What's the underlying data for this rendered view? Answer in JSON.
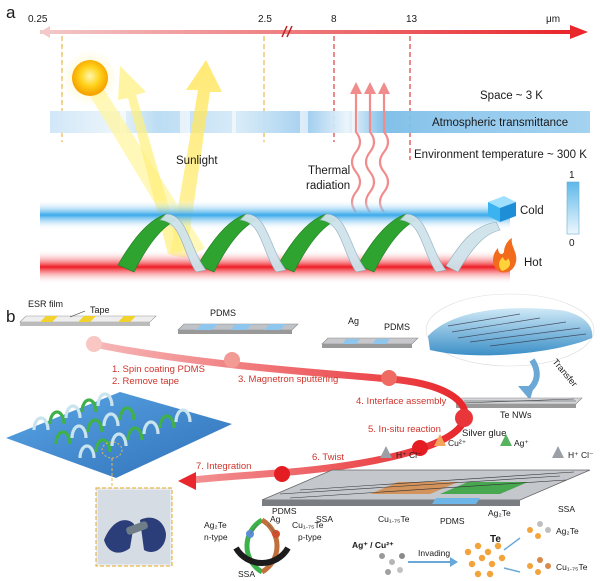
{
  "panel_a": {
    "label": "a",
    "axis": {
      "ticks": [
        "0.25",
        "2.5",
        "8",
        "13"
      ],
      "unit": "μm"
    },
    "space": "Space ~ 3 K",
    "atmospheric": "Atmospheric transmittance",
    "environment": "Environment temperature ~ 300 K",
    "sunlight": "Sunlight",
    "thermal_line1": "Thermal",
    "thermal_line2": "radiation",
    "cold": "Cold",
    "hot": "Hot",
    "scale_max": "1",
    "scale_min": "0",
    "colors": {
      "arrow": "#e8262b",
      "cold": "#4fb3ea",
      "hot": "#e8262b",
      "helix": "#2fa32f"
    }
  },
  "panel_b": {
    "label": "b",
    "esr_film": "ESR film",
    "tape": "Tape",
    "pdms1": "PDMS",
    "ag": "Ag",
    "pdms2": "PDMS",
    "transfer": "Transfer",
    "te_nws": "Te NWs",
    "steps": [
      "1. Spin coating PDMS",
      "2. Remove tape",
      "3. Magnetron sputtering",
      "4. Interface assembly",
      "5. In-situ reaction",
      "6. Twist",
      "7. Integration"
    ],
    "reagents": {
      "h1": "H⁺ Cl⁻",
      "cu": "Cu²⁺",
      "silver_glue": "Silver glue",
      "ag_plus": "Ag⁺",
      "h2": "H⁺ Cl⁻"
    },
    "strip_labels": [
      "Ag",
      "SSA",
      "Cu₁.₇₅Te",
      "PDMS",
      "Ag₂Te",
      "SSA"
    ],
    "ring": {
      "pdms": "PDMS",
      "left_top": "Ag₂Te",
      "left_bottom": "n-type",
      "right_top": "Cu₁.₇₅Te",
      "right_bottom": "p-type",
      "ssa": "SSA"
    },
    "invading": "Invading",
    "ions": "Ag⁺ / Cu²⁺",
    "te": "Te",
    "product1": "Ag₂Te",
    "product2": "Cu₁.₇₅Te"
  }
}
